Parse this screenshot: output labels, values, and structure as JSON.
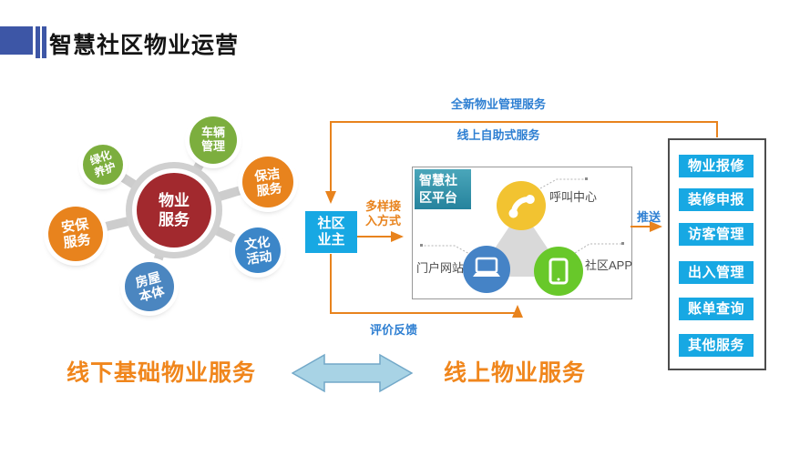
{
  "header": {
    "title": "智慧社区物业运营"
  },
  "hub": {
    "center_label": "物业服务",
    "center_color": "#a2292e",
    "satellites": [
      {
        "label": "车辆管理",
        "color": "#7cae3e"
      },
      {
        "label": "绿化养护",
        "color": "#7cae3e"
      },
      {
        "label": "保洁服务",
        "color": "#e8831d"
      },
      {
        "label": "安保服务",
        "color": "#e8831d"
      },
      {
        "label": "文化活动",
        "color": "#3c86c8"
      },
      {
        "label": "房屋本体",
        "color": "#4b86c0"
      }
    ]
  },
  "owner": {
    "label": "社区业主",
    "color": "#17a8e3"
  },
  "flow_labels": {
    "new_service": "全新物业管理服务",
    "self_service": "线上自助式服务",
    "access": "多样接入方式",
    "feedback": "评价反馈",
    "push": "推送"
  },
  "platform": {
    "tag": "智慧社区平台",
    "nodes": [
      {
        "label": "呼叫中心",
        "icon": "phone-icon",
        "color": "#f2c331"
      },
      {
        "label": "门户网站",
        "icon": "laptop-icon",
        "color": "#4583c6"
      },
      {
        "label": "社区APP",
        "icon": "tablet-icon",
        "color": "#68c82a"
      }
    ]
  },
  "services": {
    "button_color": "#17a8e3",
    "items": [
      "物业报修",
      "装修申报",
      "访客管理",
      "出入管理",
      "账单查询",
      "其他服务"
    ]
  },
  "footer": {
    "left_label": "线下基础物业服务",
    "right_label": "线上物业服务",
    "accent_color": "#f0861c",
    "arrow_color": "#a8d3e5"
  },
  "colors": {
    "header_accent": "#3d56a6",
    "flow_line": "#e8831d",
    "flow_text_blue": "#2e7fd2",
    "spoke_gray": "#cdcdcd"
  }
}
